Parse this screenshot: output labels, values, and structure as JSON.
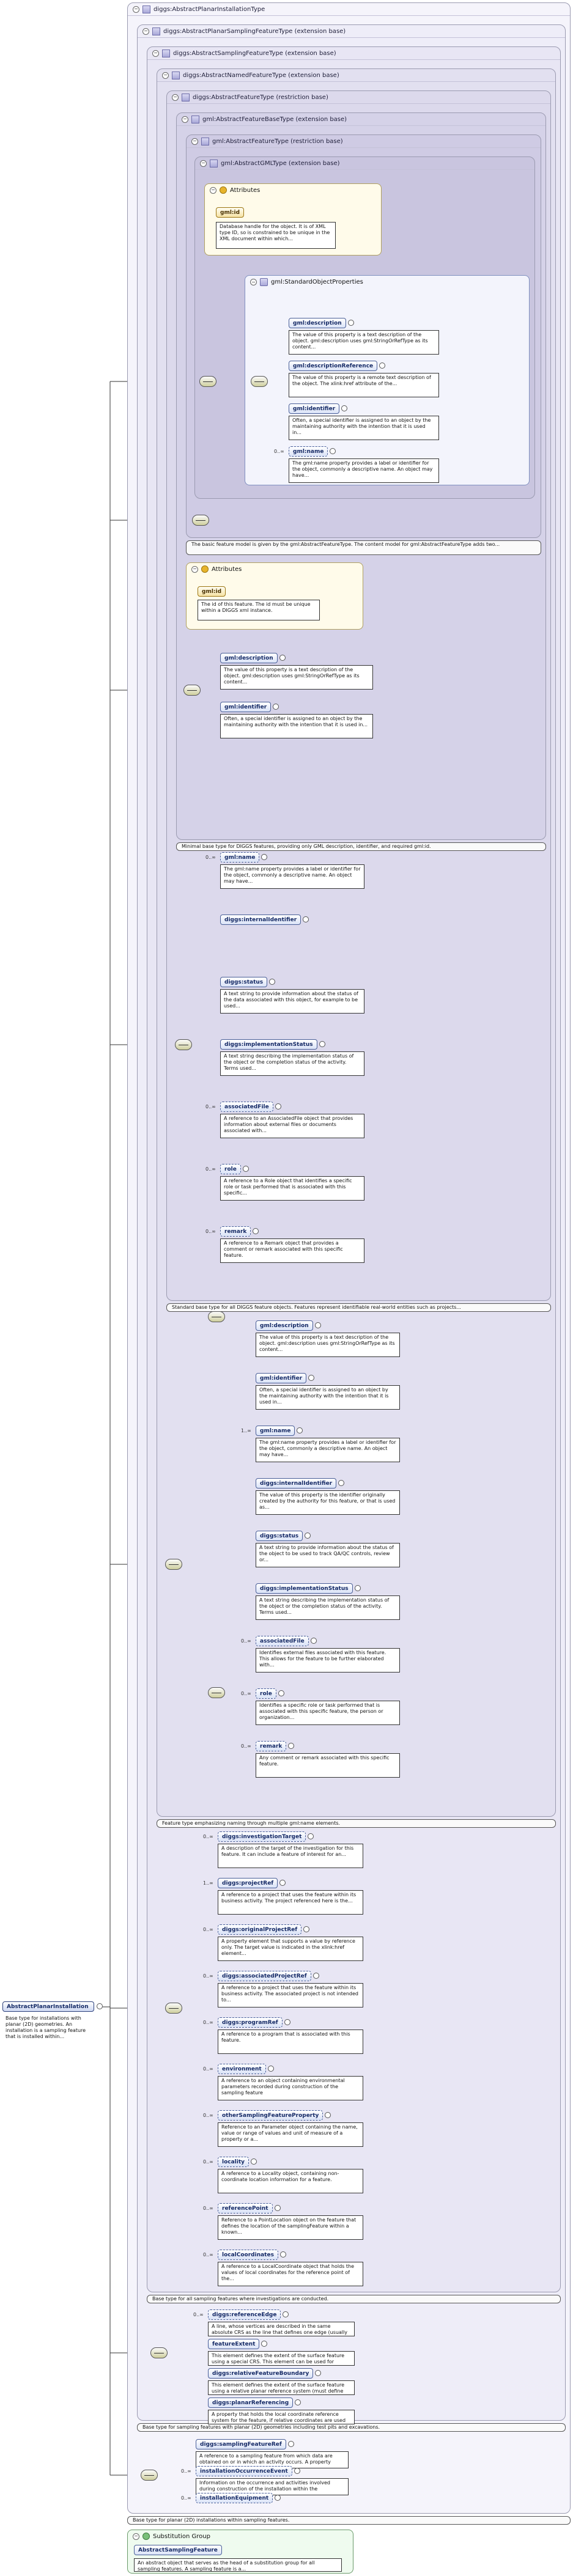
{
  "root": {
    "name": "AbstractPlanarInstallation",
    "description": "Base type for installations with planar (2D) geometries. An installation is a sampling feature that is installed within..."
  },
  "types": [
    {
      "name": "diggs:AbstractPlanarInstallationType"
    },
    {
      "name": "diggs:AbstractPlanarSamplingFeatureType (extension base)"
    },
    {
      "name": "diggs:AbstractSamplingFeatureType (extension base)"
    },
    {
      "name": "diggs:AbstractNamedFeatureType (extension base)"
    },
    {
      "name": "diggs:AbstractFeatureType (restriction base)"
    },
    {
      "name": "gml:AbstractFeatureBaseType (extension base)"
    },
    {
      "name": "gml:AbstractFeatureType (restriction base)"
    },
    {
      "name": "gml:AbstractGMLType (extension base)"
    }
  ],
  "gmlAttrs": {
    "title": "Attributes",
    "id": "gml:id",
    "desc": "Database handle for the object. It is of XML type ID, so is constrained to be unique in the XML document within which..."
  },
  "standardProps": {
    "title": "gml:StandardObjectProperties",
    "items": [
      {
        "name": "gml:description",
        "desc": "The value of this property is a text description of the object. gml:description uses gml:StringOrRefType as its content..."
      },
      {
        "name": "gml:descriptionReference",
        "desc": "The value of this property is a remote text description of the object. The xlink:href attribute of the..."
      },
      {
        "name": "gml:identifier",
        "desc": "Often, a special identifier is assigned to an object by the maintaining authority with the intention that it is used in..."
      },
      {
        "name": "gml:name",
        "card": "0..∞",
        "desc": "The gml:name property provides a label or identifier for the object, commonly a descriptive name. An object may have..."
      }
    ]
  },
  "baselines": {
    "featureBase": "The basic feature model is given by the gml:AbstractFeatureType. The content model for gml:AbstractFeatureType adds two...",
    "diggsFeature": "Minimal base type for DIGGS features, providing only GML description, identifier, and required gml:id.",
    "abstractFeature": "Standard base type for all DIGGS feature objects. Features represent identifiable real-world entities such as projects...",
    "named": "Feature type emphasizing naming through multiple gml:name elements.",
    "sampling": "Base type for all sampling features where investigations are conducted.",
    "planarSampling": "Base type for sampling features with planar (2D) geometries including test pits and excavations.",
    "planarInstallation": "Base type for planar (2D) installations within sampling features."
  },
  "featAttrs": {
    "title": "Attributes",
    "id": "gml:id",
    "desc": "The id of this feature. The id must be unique within a DIGGS xml instance."
  },
  "featRestrictEls": [
    {
      "name": "gml:description",
      "desc": "The value of this property is a text description of the object. gml:description uses gml:StringOrRefType as its content..."
    },
    {
      "name": "gml:identifier",
      "desc": "Often, a special identifier is assigned to an object by the maintaining authority with the intention that it is used in..."
    }
  ],
  "abstractFeatureEls": [
    {
      "name": "gml:name",
      "card": "0..∞",
      "desc": "The gml:name property provides a label or identifier for the object, commonly a descriptive name. An object may have..."
    },
    {
      "name": "diggs:internalIdentifier",
      "desc": ""
    },
    {
      "name": "diggs:status",
      "desc": "A text string to provide information about the status of the data associated with this object, for example to be used..."
    },
    {
      "name": "diggs:implementationStatus",
      "desc": "A text string describing the implementation status of the object or the completion status of the activity. Terms used..."
    },
    {
      "name": "associatedFile",
      "card": "0..∞",
      "desc": "A reference to an AssociatedFile object that provides information about external files or documents associated with..."
    },
    {
      "name": "role",
      "card": "0..∞",
      "desc": "A reference to a Role object that identifies a specific role or task performed that is associated with this specific..."
    },
    {
      "name": "remark",
      "card": "0..∞",
      "desc": "A reference to a Remark object that provides a comment or remark associated with this specific feature."
    }
  ],
  "namedEls": [
    {
      "name": "gml:description",
      "desc": "The value of this property is a text description of the object. gml:description uses gml:StringOrRefType as its content..."
    },
    {
      "name": "gml:identifier",
      "desc": "Often, a special identifier is assigned to an object by the maintaining authority with the intention that it is used in..."
    },
    {
      "name": "gml:name",
      "card": "1..∞",
      "desc": "The gml:name property provides a label or identifier for the object, commonly a descriptive name. An object may have..."
    },
    {
      "name": "diggs:internalIdentifier",
      "desc": "The value of this property is the identifier originally created by the authority for this feature, or that is used as..."
    },
    {
      "name": "diggs:status",
      "desc": "A text string to provide information about the status of the object to be used to track QA/QC controls, review or..."
    },
    {
      "name": "diggs:implementationStatus",
      "desc": "A text string describing the implementation status of the object or the completion status of the activity. Terms used..."
    },
    {
      "name": "associatedFile",
      "card": "0..∞",
      "desc": "Identifies external files associated with this feature. This allows for the feature to be further elaborated with..."
    },
    {
      "name": "role",
      "card": "0..∞",
      "desc": "Identifies a specific role or task performed that is associated with this specific feature, the person or organization..."
    },
    {
      "name": "remark",
      "card": "0..∞",
      "desc": "Any comment or remark associated with this specific feature."
    }
  ],
  "samplingEls": [
    {
      "name": "diggs:investigationTarget",
      "card": "0..∞",
      "desc": "A description of the target of the investigation for this feature. It can include a feature of interest for an..."
    },
    {
      "name": "diggs:projectRef",
      "card": "1..∞",
      "desc": "A reference to a project that uses the feature within its business activity. The project referenced here is the..."
    },
    {
      "name": "diggs:originalProjectRef",
      "card": "0..∞",
      "desc": "A property element that supports a value by reference only. The target value is indicated in the xlink:href element..."
    },
    {
      "name": "diggs:associatedProjectRef",
      "card": "0..∞",
      "desc": "A reference to a project that uses the feature within its business activity. The associated project is not intended to..."
    },
    {
      "name": "diggs:programRef",
      "card": "0..∞",
      "desc": "A reference to a program that is associated with this feature."
    },
    {
      "name": "environment",
      "card": "0..∞",
      "desc": "A reference to an object containing environmental parameters recorded during construction of the sampling feature"
    },
    {
      "name": "otherSamplingFeatureProperty",
      "card": "0..∞",
      "desc": "Reference to an Parameter object containing the name, value or range of values and unit of measure of a property or a..."
    },
    {
      "name": "locality",
      "card": "0..∞",
      "desc": "A reference to a Locality object, containing non-coordinate location information for a feature."
    },
    {
      "name": "referencePoint",
      "card": "0..∞",
      "desc": "Reference to a PointLocation object on the feature that defines the location of the samplingFeature within a known..."
    },
    {
      "name": "localCoordinates",
      "card": "0..∞",
      "desc": "A reference to a LocalCoordinate object that holds the values of local coordinates for the reference point of the..."
    }
  ],
  "planarSamplingEls": [
    {
      "name": "diggs:referenceEdge",
      "card": "0..∞",
      "desc": "A line, whose vertices are described in the same absolute CRS as the line that defines one edge (usually either the top..."
    },
    {
      "name": "featureExtent",
      "desc": "This element defines the extent of the surface feature using a special CRS. This element can be used for visual..."
    },
    {
      "name": "diggs:relativeFeatureBoundary",
      "desc": "This element defines the extent of the surface feature using a relative planar reference system (must define a..."
    },
    {
      "name": "diggs:planarReferencing",
      "desc": "A property that holds the local coordinate reference system for the feature, if relative coordinates are used for..."
    }
  ],
  "installationEls": [
    {
      "name": "diggs:samplingFeatureRef",
      "desc": "A reference to a sampling feature from which data are obtained on or in which an activity occurs. A property element that..."
    },
    {
      "name": "installationOccurrenceEvent",
      "card": "0..∞",
      "desc": "Information on the occurrence and activities involved during construction of the installation within the sampling..."
    },
    {
      "name": "installationEquipment",
      "card": "0..∞",
      "desc": ""
    }
  ],
  "substitution": {
    "title": "Substitution Group",
    "name": "AbstractSamplingFeature",
    "desc": "An abstract object that serves as the head of a substitution group for all sampling features. A sampling feature is a..."
  }
}
